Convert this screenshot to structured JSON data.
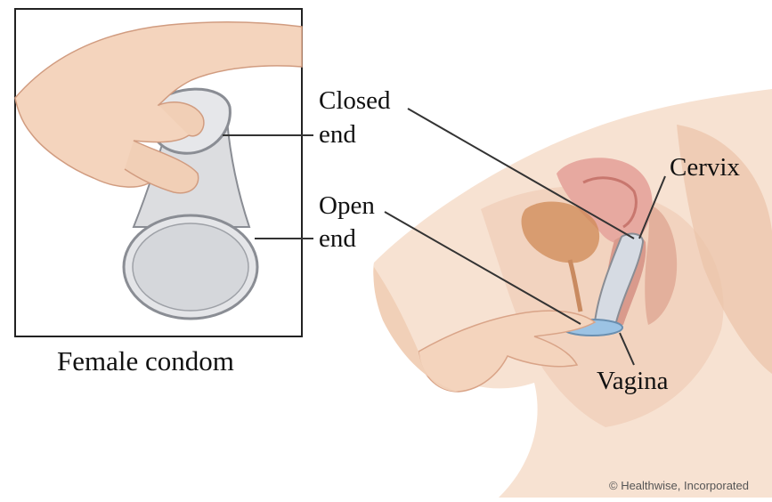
{
  "figure": {
    "caption": "Female condom",
    "credit": "© Healthwise, Incorporated"
  },
  "labels": {
    "closed_end_line1": "Closed",
    "closed_end_line2": "end",
    "open_end_line1": "Open",
    "open_end_line2": "end",
    "cervix": "Cervix",
    "vagina": "Vagina"
  },
  "colors": {
    "skin_light": "#f7e2d2",
    "skin_mid": "#eec6ab",
    "skin_shadow": "#d9a488",
    "tissue_pink": "#e7a9a0",
    "uterus_orange": "#cf8a55",
    "condom_gray": "#dcdde0",
    "condom_outline": "#8a8d94",
    "ring_blue": "#9cc3e4",
    "leader_line": "#333333",
    "inset_border": "#222222"
  }
}
